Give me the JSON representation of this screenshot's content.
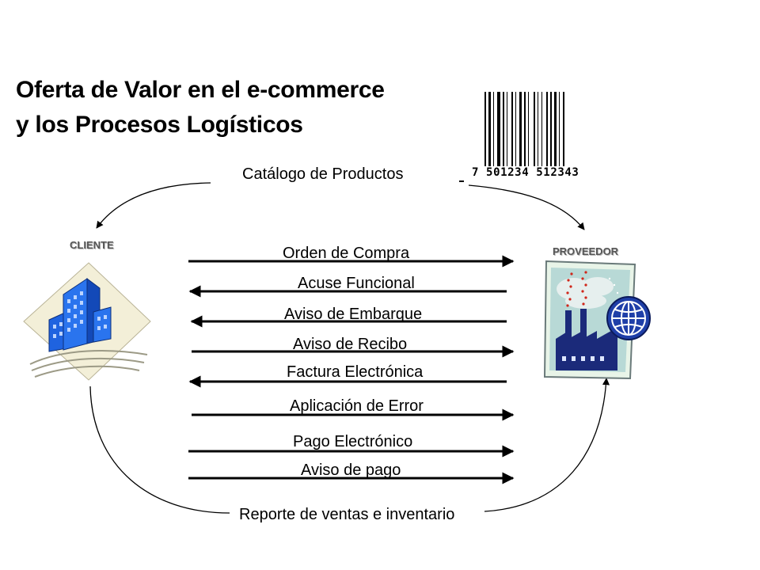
{
  "title": {
    "line1": "Oferta de Valor en el e-commerce",
    "line2": "y los Procesos Logísticos"
  },
  "top_flow": "Catálogo de Productos",
  "bottom_flow": "Reporte de ventas e inventario",
  "cliente_label": "CLIENTE",
  "proveedor_label": "PROVEEDOR",
  "barcode_digits": "7 501234 512343",
  "messages": [
    {
      "label": "Orden de Compra",
      "direction": "right"
    },
    {
      "label": "Acuse Funcional",
      "direction": "left"
    },
    {
      "label": "Aviso de Embarque",
      "direction": "left"
    },
    {
      "label": "Aviso de Recibo",
      "direction": "right"
    },
    {
      "label": "Factura Electrónica",
      "direction": "left"
    },
    {
      "label": "Aplicación de Error",
      "direction": "right"
    },
    {
      "label": "Pago Electrónico",
      "direction": "right"
    },
    {
      "label": "Aviso de pago",
      "direction": "right"
    }
  ],
  "icons": {
    "cliente": "office-buildings-icon",
    "proveedor": "factory-globe-icon",
    "barcode": "barcode-icon"
  },
  "colors": {
    "building_blue": "#1f63e0",
    "factory_navy": "#1b2a7a",
    "globe_blue": "#1f3fa8",
    "diamond_beige": "#f3efd8"
  }
}
